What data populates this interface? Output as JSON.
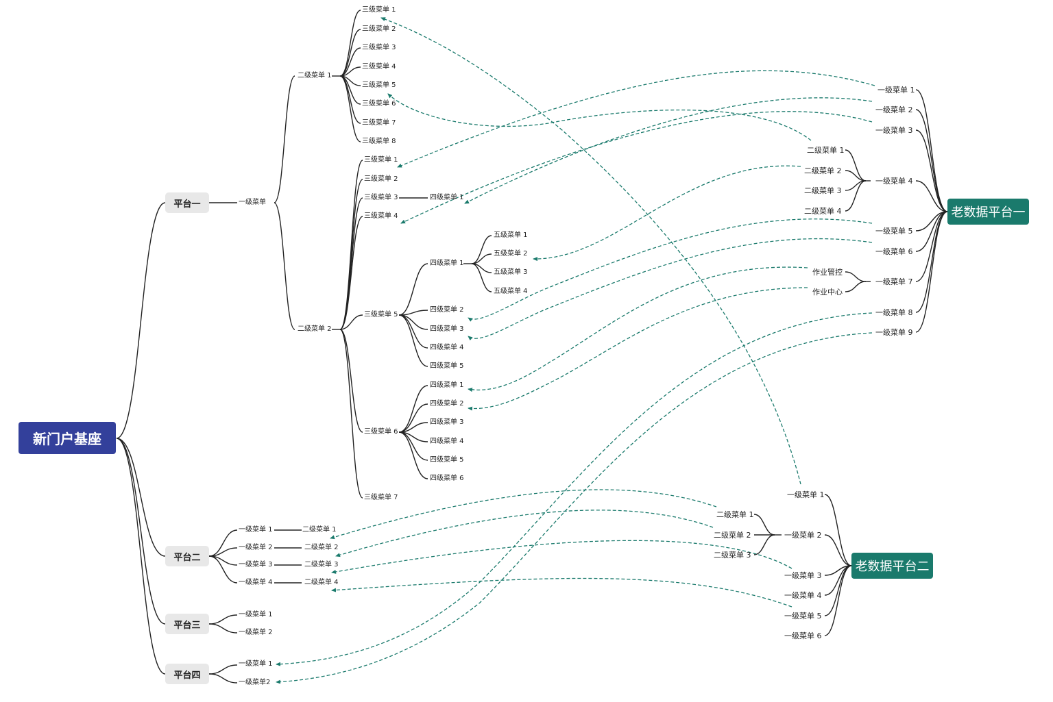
{
  "root": "新门户基座",
  "platforms": [
    "平台一",
    "平台二",
    "平台三",
    "平台四"
  ],
  "old_platforms": [
    "老数据平台一",
    "老数据平台二"
  ],
  "labels": {
    "p1_l1": "一级菜单",
    "p1_l2_1": "二级菜单 1",
    "p1_l2_2": "二级菜单 2",
    "p1_a_l3": [
      "三级菜单 1",
      "三级菜单 2",
      "三级菜单 3",
      "三级菜单 4",
      "三级菜单 5",
      "三级菜单 6",
      "三级菜单 7",
      "三级菜单 8"
    ],
    "p1_b_l3": [
      "三级菜单 1",
      "三级菜单 2",
      "三级菜单 3",
      "三级菜单 4",
      "三级菜单 5",
      "三级菜单 6",
      "三级菜单 7"
    ],
    "p1_b3_l4": "四级菜单 1",
    "p1_b5_l4": [
      "四级菜单 1",
      "四级菜单 2",
      "四级菜单 3",
      "四级菜单 4",
      "四级菜单 5"
    ],
    "p1_b5_l5": [
      "五级菜单 1",
      "五级菜单 2",
      "五级菜单 3",
      "五级菜单 4"
    ],
    "p1_b6_l4": [
      "四级菜单 1",
      "四级菜单 2",
      "四级菜单 3",
      "四级菜单 4",
      "四级菜单 5",
      "四级菜单 6"
    ],
    "p2_l1": [
      "一级菜单 1",
      "一级菜单 2",
      "一级菜单 3",
      "一级菜单 4"
    ],
    "p2_l2": [
      "二级菜单 1",
      "二级菜单 2",
      "二级菜单 3",
      "二级菜单 4"
    ],
    "p3_l1": [
      "一级菜单 1",
      "一级菜单 2"
    ],
    "p4_l1": [
      "一级菜单 1",
      "一级菜单2"
    ],
    "old1_l1": [
      "一级菜单 1",
      "一级菜单 2",
      "一级菜单 3",
      "一级菜单 4",
      "一级菜单 5",
      "一级菜单 6",
      "一级菜单 7",
      "一级菜单 8",
      "一级菜单 9"
    ],
    "old1_l4_children": [
      "二级菜单 1",
      "二级菜单 2",
      "二级菜单 3",
      "二级菜单 4"
    ],
    "old1_l7_children": [
      "作业管控",
      "作业中心"
    ],
    "old2_l1": [
      "一级菜单 1",
      "一级菜单 2",
      "一级菜单 3",
      "一级菜单 4",
      "一级菜单 5",
      "一级菜单 6"
    ],
    "old2_l2_children": [
      "二级菜单 1",
      "二级菜单 2",
      "二级菜单 3"
    ]
  },
  "colors": {
    "root": "#33409b",
    "old_platform": "#1a7a6c",
    "platform": "#e8e8e8",
    "branch_line": "#222222",
    "mapping_arrow": "#1a7a6c"
  }
}
